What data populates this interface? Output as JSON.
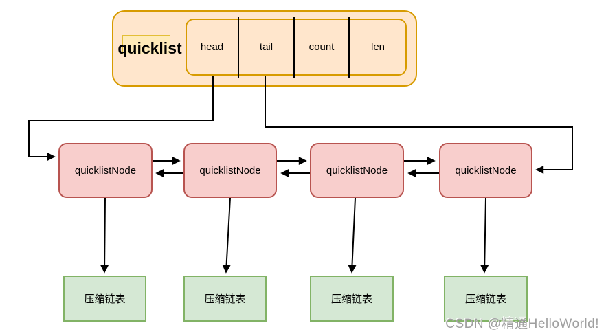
{
  "quicklist": {
    "title": "quicklist",
    "fields": [
      "head",
      "tail",
      "count",
      "len"
    ]
  },
  "nodes": [
    "quicklistNode",
    "quicklistNode",
    "quicklistNode",
    "quicklistNode"
  ],
  "ziplists": [
    "压缩链表",
    "压缩链表",
    "压缩链表",
    "压缩链表"
  ],
  "watermark": "CSDN @精通HelloWorld!",
  "colors": {
    "quicklist_fill": "#ffe6cc",
    "quicklist_border": "#d79b00",
    "node_fill": "#f8cecc",
    "node_border": "#b85450",
    "ziplist_fill": "#d5e8d4",
    "ziplist_border": "#82b366",
    "connector": "#000000",
    "watermark_text": "#9f9f9f"
  }
}
